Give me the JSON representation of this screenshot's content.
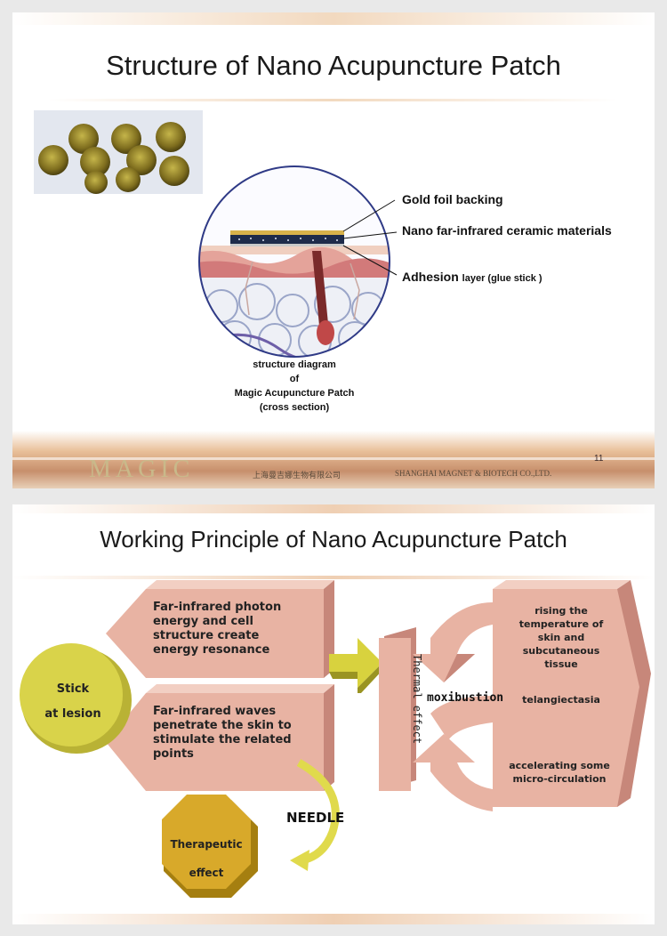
{
  "slide1": {
    "title": "Structure of Nano Acupuncture Patch",
    "labels": {
      "gold": "Gold foil backing",
      "nano": "Nano far-infrared ceramic materials",
      "adhesion_main": "Adhesion",
      "adhesion_sub": "layer (glue stick )"
    },
    "caption": [
      "structure diagram",
      "of",
      "Magic Acupuncture Patch",
      "(cross section)"
    ],
    "footer": {
      "logo": "MAGIC",
      "company_cn": "上海曼吉娜生物有限公司",
      "company_en": "SHANGHAI MAGNET & BIOTECH CO.,LTD.",
      "page": "11"
    }
  },
  "slide2": {
    "title": "Working Principle of Nano Acupuncture Patch",
    "stick": [
      "Stick",
      "at lesion"
    ],
    "box1": [
      "Far-infrared photon",
      "energy and cell",
      "structure create",
      "energy resonance"
    ],
    "box2": [
      "Far-infrared waves",
      "penetrate the skin to",
      "stimulate the related",
      "points"
    ],
    "needle": "NEEDLE",
    "therapeutic": [
      "Therapeutic",
      "effect"
    ],
    "thermal": "Thermal effect",
    "moxibustion": "moxibustion",
    "effects": {
      "rising": [
        "rising the",
        "temperature of",
        "skin and",
        "subcutaneous",
        "tissue"
      ],
      "telang": "telangiectasia",
      "accel": [
        "accelerating some",
        "micro-circulation"
      ]
    }
  },
  "colors": {
    "pink_box": "#e8b3a3",
    "pink_dark": "#c7877a",
    "yellow": "#d9d34a",
    "gold": "#d8a92a",
    "header_line": "#e5c3a5"
  }
}
